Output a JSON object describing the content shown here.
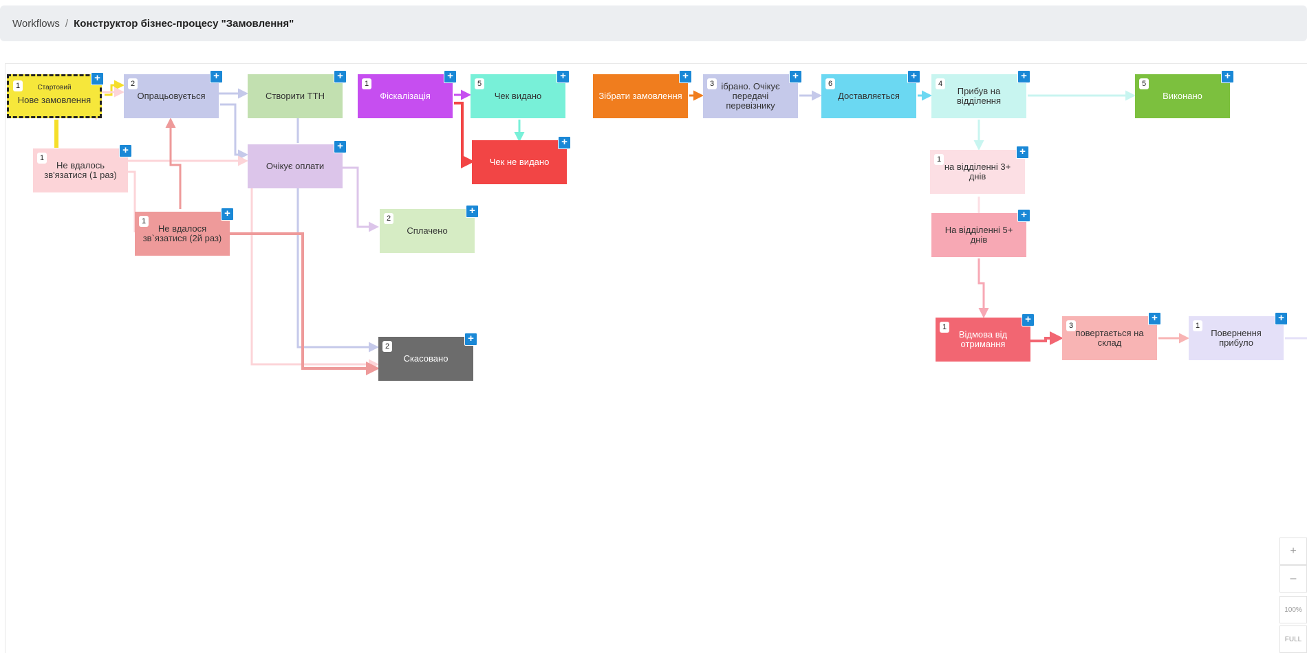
{
  "breadcrumb": {
    "root": "Workflows",
    "separator": "/",
    "current": "Конструктор бізнес-процесу \"Замовлення\""
  },
  "add_icon": "+",
  "nodes": {
    "new_order": {
      "start_tag": "Стартовий",
      "label": "Нове замовлення",
      "count": "1",
      "color": "#f6e73b"
    },
    "processing": {
      "label": "Опрацьовується",
      "count": "2",
      "color": "#c5c9ea"
    },
    "create_ttn": {
      "label": "Створити ТТН",
      "count": "",
      "color": "#c2e0b0"
    },
    "fiscal": {
      "label": "Фіскалізація",
      "count": "1",
      "color": "#c64ef0"
    },
    "check_issued": {
      "label": "Чек видано",
      "count": "5",
      "color": "#78f0d8"
    },
    "check_not_issued": {
      "label": "Чек не видано",
      "count": "",
      "color": "#f24545"
    },
    "not_reached_1": {
      "label": "Не вдалось зв'язатися (1 раз)",
      "count": "1",
      "color": "#fcd4d8"
    },
    "awaiting_payment": {
      "label": "Очікує оплати",
      "count": "",
      "color": "#dcc5ea"
    },
    "not_reached_2": {
      "label": "Не вдалося зв`язатися (2й раз)",
      "count": "1",
      "color": "#ee9a9a"
    },
    "paid": {
      "label": "Сплачено",
      "count": "2",
      "color": "#d6ecc4"
    },
    "cancelled": {
      "label": "Скасовано",
      "count": "2",
      "color": "#6c6c6c"
    },
    "collect_order": {
      "label": "Зібрати замовлення",
      "count": "",
      "color": "#f07d1e"
    },
    "collected": {
      "label": "ібрано. Очікує передачі перевізнику",
      "count": "3",
      "color": "#c5c9ea"
    },
    "delivering": {
      "label": "Доставляється",
      "count": "6",
      "color": "#6bd8f2"
    },
    "arrived": {
      "label": "Прибув на відділення",
      "count": "4",
      "color": "#c8f5f0"
    },
    "done": {
      "label": "Виконано",
      "count": "5",
      "color": "#7cc03e"
    },
    "branch_3": {
      "label": "на відділенні 3+ днів",
      "count": "1",
      "color": "#fcdfe4"
    },
    "branch_5": {
      "label": "На відділенні 5+ днів",
      "count": "",
      "color": "#f7a8b4"
    },
    "refused": {
      "label": "Відмова від отримання",
      "count": "1",
      "color": "#f26672"
    },
    "returning": {
      "label": "повертається на склад",
      "count": "3",
      "color": "#f8b4b4"
    },
    "return_arrived": {
      "label": "Повернення прибуло",
      "count": "1",
      "color": "#e4e0f8"
    }
  },
  "zoom_controls": {
    "zoom_in": "+",
    "zoom_out": "–",
    "reset": "100%",
    "full": "FULL"
  }
}
